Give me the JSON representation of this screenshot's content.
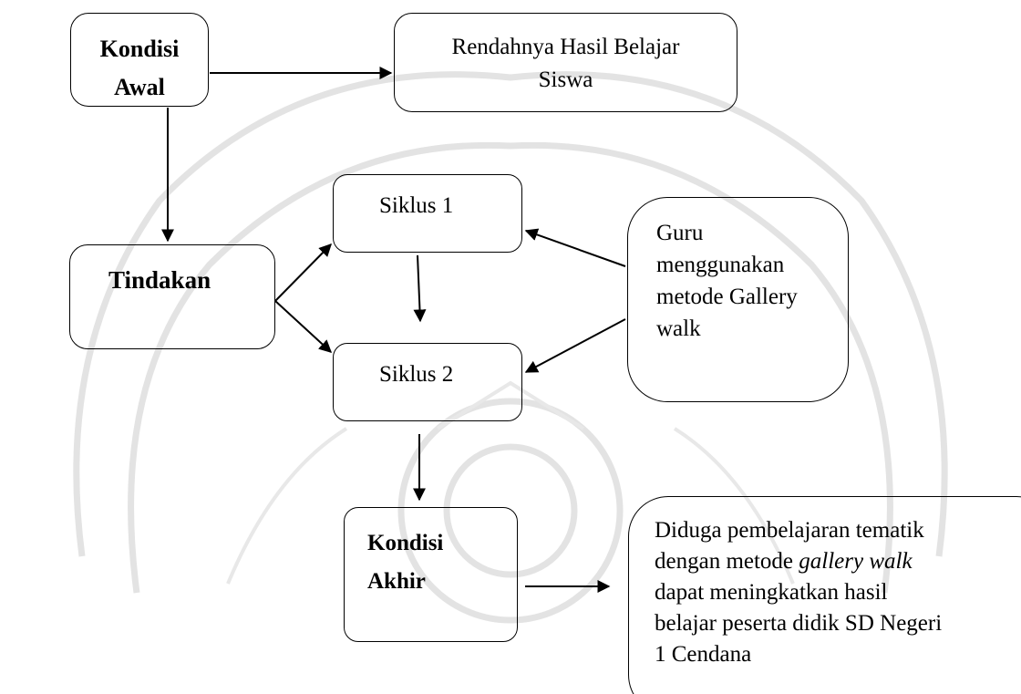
{
  "diagram": {
    "nodes": {
      "kondisi_awal": {
        "line1": "Kondisi",
        "line2": "Awal"
      },
      "rendah": {
        "line1": "Rendahnya Hasil Belajar",
        "line2": "Siswa"
      },
      "tindakan": {
        "label": "Tindakan"
      },
      "siklus1": {
        "label": "Siklus 1"
      },
      "siklus2": {
        "label": "Siklus 2"
      },
      "guru": {
        "line1": "Guru",
        "line2": "menggunakan",
        "line3": "metode Gallery",
        "line4": "walk"
      },
      "kondisi_akhir": {
        "line1": "Kondisi",
        "line2": "Akhir"
      },
      "diduga": {
        "line1": "Diduga pembelajaran tematik",
        "line2_prefix": "dengan metode ",
        "line2_italic": "gallery walk",
        "line3": "dapat meningkatkan hasil",
        "line4": "belajar peserta didik SD Negeri",
        "line5": "1 Cendana"
      }
    },
    "edges": [
      {
        "from": "kondisi_awal",
        "to": "rendah"
      },
      {
        "from": "kondisi_awal",
        "to": "tindakan"
      },
      {
        "from": "tindakan",
        "to": "siklus1"
      },
      {
        "from": "tindakan",
        "to": "siklus2"
      },
      {
        "from": "siklus1",
        "to": "siklus2"
      },
      {
        "from": "guru",
        "to": "siklus1"
      },
      {
        "from": "guru",
        "to": "siklus2"
      },
      {
        "from": "siklus2",
        "to": "kondisi_akhir"
      },
      {
        "from": "kondisi_akhir",
        "to": "diduga"
      }
    ]
  },
  "colors": {
    "stroke": "#000000",
    "watermark": "#d9d9d9"
  }
}
